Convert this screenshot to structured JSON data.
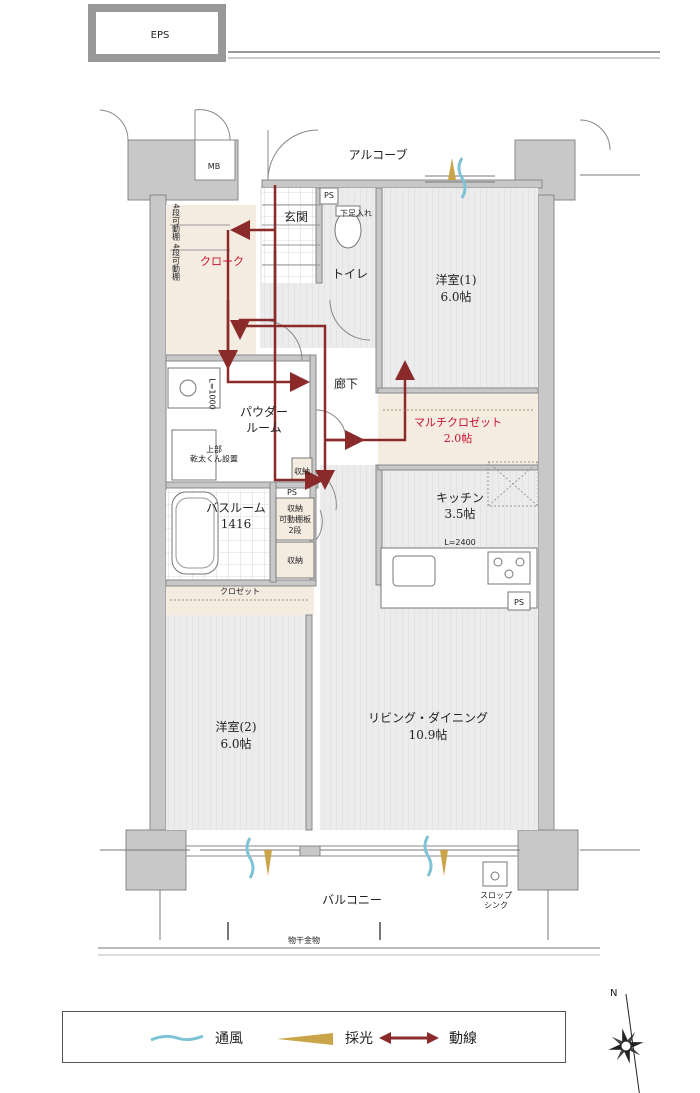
{
  "rooms": {
    "eps": "EPS",
    "alcove": "アルコーブ",
    "mb": "MB",
    "ps_top": "PS",
    "entrance": "玄関",
    "shoe_cabinet": "下足入れ",
    "closet_shelf_1": "4段可動棚",
    "closet_shelf_2": "4段可動棚",
    "cloak": "クローク",
    "toilet": "トイレ",
    "western1_name": "洋室(1)",
    "western1_size": "6.0帖",
    "hallway": "廊下",
    "powder_name_1": "パウダー",
    "powder_name_2": "ルーム",
    "l1000": "L=1000",
    "dryer": "上部\n乾太くん設置",
    "storage_small": "収納",
    "multi_closet_name": "マルチクロゼット",
    "multi_closet_size": "2.0帖",
    "kitchen_name": "キッチン",
    "kitchen_size": "3.5帖",
    "l2400": "L=2400",
    "ps_kitchen": "PS",
    "ps_bath": "PS",
    "bath_name": "バスルーム",
    "bath_size": "1416",
    "storage_shelf_1": "収納",
    "storage_shelf_2": "可動棚板",
    "storage_shelf_3": "2段",
    "storage_lower": "収納",
    "closet": "クロゼット",
    "western2_name": "洋室(2)",
    "western2_size": "6.0帖",
    "living_name": "リビング・ダイニング",
    "living_size": "10.9帖",
    "balcony": "バルコニー",
    "slop_sink_1": "スロップ",
    "slop_sink_2": "シンク",
    "drying_rack": "物干金物"
  },
  "compass": {
    "north": "N"
  },
  "legend": {
    "ventilation": "通風",
    "daylight": "採光",
    "circulation": "動線"
  },
  "colors": {
    "wall": "#c8c8c8",
    "wall_edge": "#888888",
    "floor_wood": "#e9e9e9",
    "closet_fill": "#f5ece1",
    "arrow": "#8b2a2a",
    "accent_text": "#c8102e",
    "wind": "#7fc3d6",
    "light": "#c9a449"
  }
}
